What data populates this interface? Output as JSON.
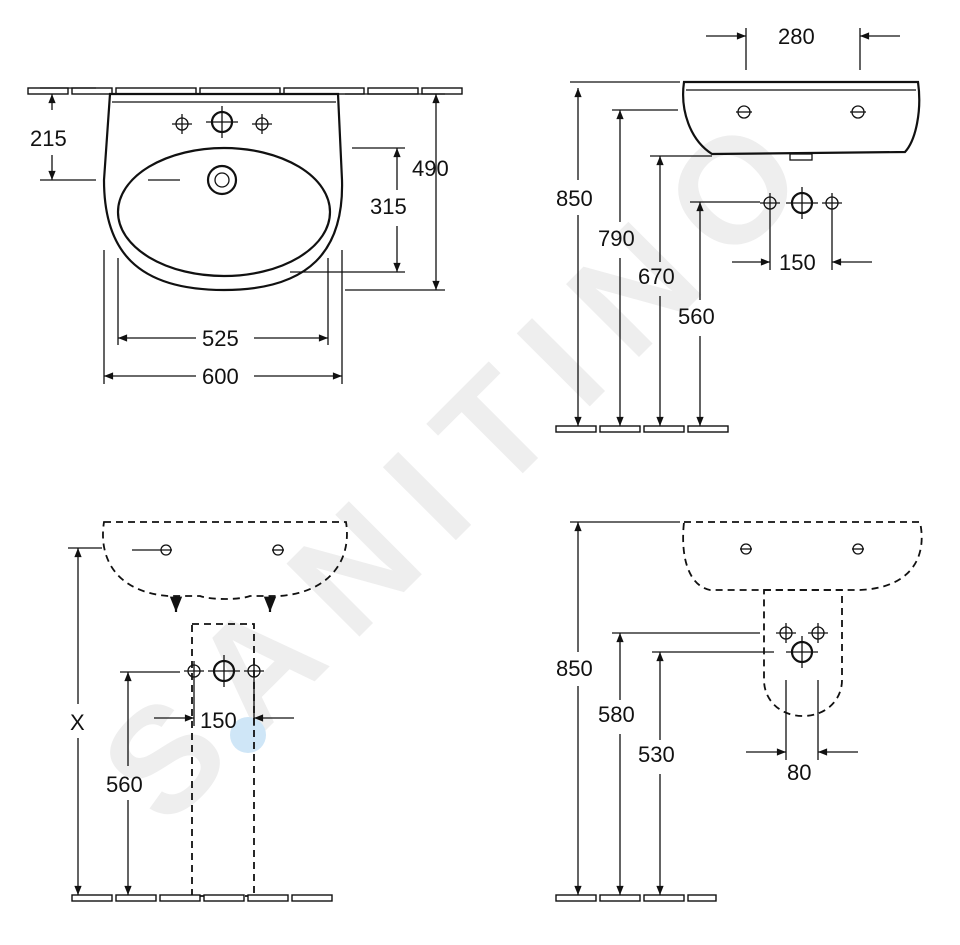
{
  "watermark": "SANITINO",
  "front_view": {
    "dims": [
      "215",
      "490",
      "315",
      "525",
      "600"
    ]
  },
  "side_view": {
    "dims": [
      "280",
      "850",
      "790",
      "670",
      "560",
      "150"
    ]
  },
  "pedestal_view": {
    "dims": [
      "X",
      "150",
      "560"
    ]
  },
  "semipedestal_view": {
    "dims": [
      "850",
      "580",
      "530",
      "80"
    ]
  }
}
